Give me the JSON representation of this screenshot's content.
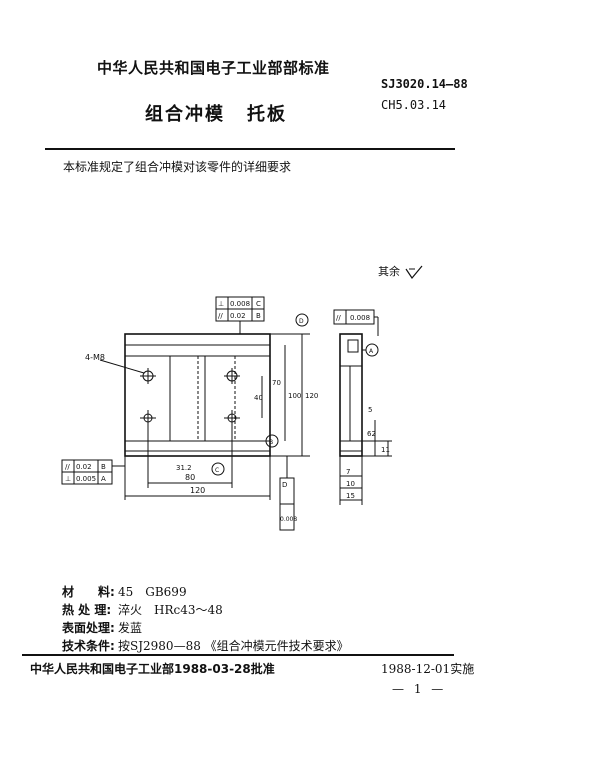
{
  "header": {
    "org": "中华人民共和国电子工业部部标准",
    "code_primary": "SJ3020.14—88",
    "code_secondary": "CH5.03.14",
    "title_part1": "组合冲模",
    "title_part2": "托板"
  },
  "intro": "本标准规定了组合冲模对该零件的详细要求",
  "roughness_note": "其余",
  "drawing": {
    "tol_parallel_top": "0.008",
    "tol_top_ref_c": "C",
    "tol_parallel_mid": "0.02",
    "tol_mid_ref_b": "B",
    "hole_callout": "4-M8",
    "datum_d": "D",
    "datum_a": "A",
    "datum_b": "B",
    "datum_c": "C",
    "side_tol": "0.008",
    "left_tol_1": "0.02",
    "left_tol_2": "0.005",
    "left_ref_1": "B",
    "left_ref_2": "A",
    "dim_80": "80",
    "dim_120": "120",
    "dim_40": "40",
    "dim_70": "70",
    "dim_100": "100",
    "dim_120v": "120",
    "dim_side": "5",
    "dim_62": "62",
    "dim_11": "11",
    "dim_10": "10",
    "dim_15": "15",
    "dim_7": "7",
    "dim_312": "31.2",
    "tol_bottom": "0.008",
    "tol_bottom_ref": "D"
  },
  "specs": [
    {
      "label": "材　　料:",
      "value": "45　GB699"
    },
    {
      "label": "热 处 理:",
      "value": "淬火　HRc43～48"
    },
    {
      "label": "表面处理:",
      "value": "发蓝"
    },
    {
      "label": "技术条件:",
      "value": "按SJ2980—88 《组合冲模元件技术要求》"
    }
  ],
  "footer": {
    "approval": "中华人民共和国电子工业部1988-03-28批准",
    "implement": "1988-12-01实施",
    "page": "— 1 —"
  }
}
